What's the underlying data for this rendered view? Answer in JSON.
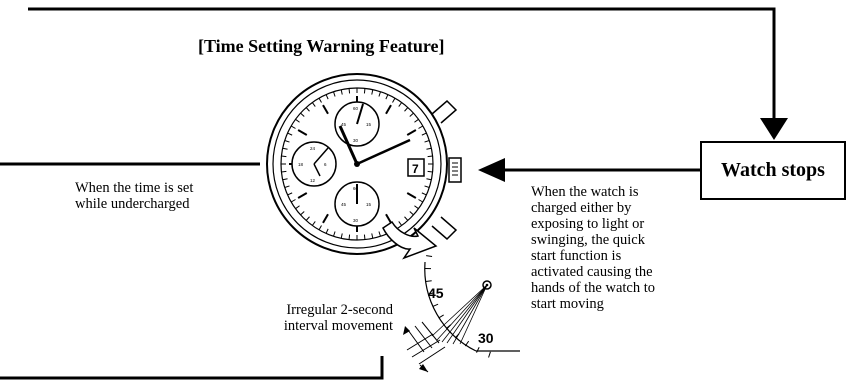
{
  "title": "[Time Setting Warning Feature]",
  "box_label": "Watch stops",
  "left_caption": "When the time is set\nwhile undercharged",
  "right_caption": "When the watch is\ncharged either by\nexposing to light or\nswinging, the quick\nstart function is\nactivated causing the\nhands of the watch to\nstart moving",
  "movement_caption": "Irregular 2-second\ninterval movement",
  "date_window": "7",
  "dial_numbers": {
    "top": "45",
    "bottom": "30"
  },
  "subdial_top_numbers": [
    "60",
    "15",
    "45",
    "30"
  ],
  "subdial_left_numbers": [
    "24",
    "6",
    "18",
    "12"
  ],
  "subdial_bottom_numbers": [
    "60",
    "15",
    "45",
    "30"
  ]
}
